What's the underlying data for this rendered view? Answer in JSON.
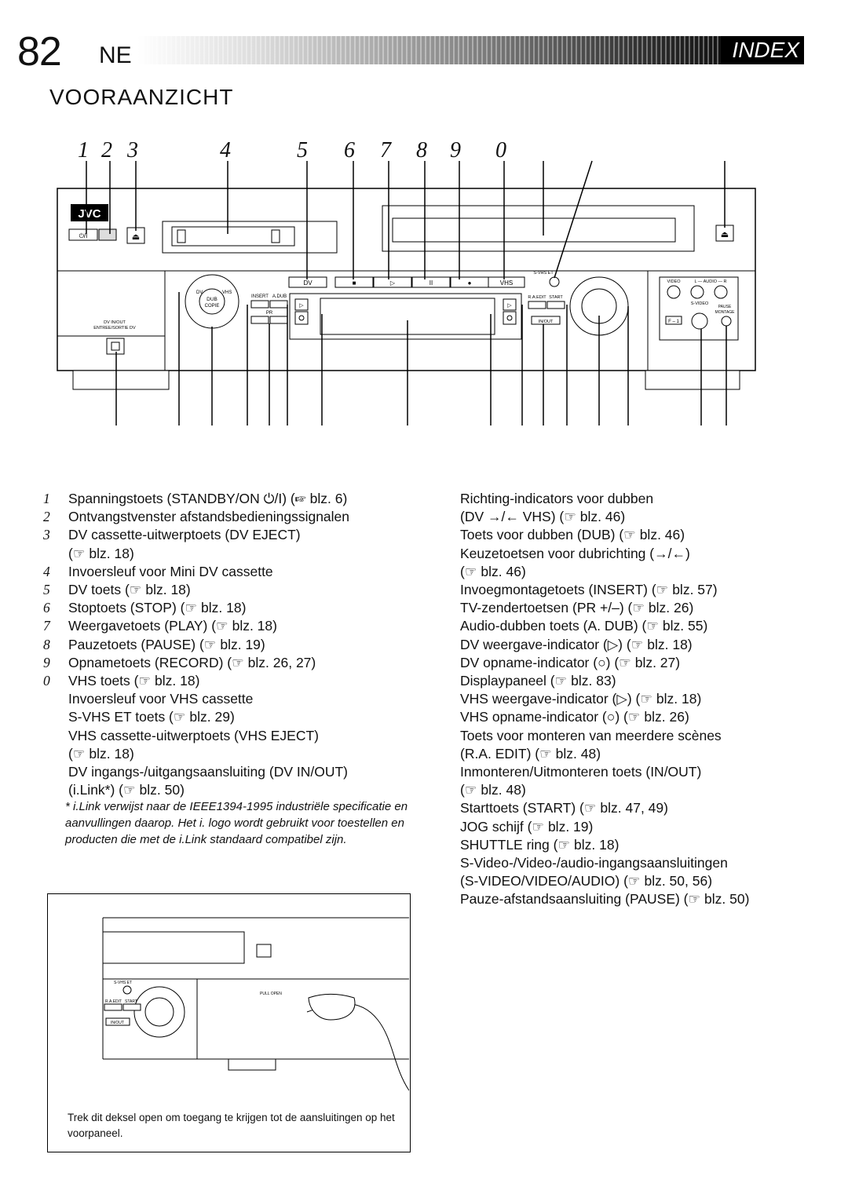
{
  "header": {
    "page_number": "82",
    "language": "NE",
    "section": "INDEX"
  },
  "title": "VOORAANZICHT",
  "callouts": [
    "1",
    "2",
    "3",
    "4",
    "5",
    "6",
    "7",
    "8",
    "9",
    "0"
  ],
  "panel": {
    "brand": "JVC",
    "buttons": {
      "dv": "DV",
      "stop": "■",
      "play": "▷",
      "pause": "II",
      "record": "●",
      "vhs": "VHS"
    },
    "labels": {
      "dv_in_out": "DV IN/OUT",
      "entree_sortie": "ENTREE/SORTIE DV",
      "dub": "DUB",
      "copie": "COPIE",
      "insert": "INSERT",
      "a_dub": "A.DUB",
      "pr": "PR",
      "s_vhs_et": "S-VHS ET",
      "ra_edit": "R.A.EDIT",
      "start": "START",
      "in_out": "IN/OUT",
      "video": "VIDEO",
      "audio": "L — AUDIO — R",
      "s_video": "S-VIDEO",
      "pause_montage": "PAUSE MONTAGE",
      "f1": "F – 1"
    }
  },
  "left_items": [
    {
      "n": "1",
      "text": "Spanningstoets (STANDBY/ON ⏻/I) (☞ blz. 6)"
    },
    {
      "n": "2",
      "text": "Ontvangstvenster afstandsbedieningssignalen"
    },
    {
      "n": "3",
      "text": "DV cassette-uitwerptoets (DV EJECT)"
    },
    {
      "n": "",
      "text": "(☞ blz. 18)"
    },
    {
      "n": "4",
      "text": "Invoersleuf voor Mini DV cassette"
    },
    {
      "n": "5",
      "text": "DV toets (☞ blz. 18)"
    },
    {
      "n": "6",
      "text": "Stoptoets (STOP) (☞ blz. 18)"
    },
    {
      "n": "7",
      "text": "Weergavetoets (PLAY) (☞ blz. 18)"
    },
    {
      "n": "8",
      "text": "Pauzetoets (PAUSE) (☞ blz. 19)"
    },
    {
      "n": "9",
      "text": "Opnametoets (RECORD) (☞ blz. 26, 27)"
    },
    {
      "n": "0",
      "text": "VHS toets (☞ blz. 18)"
    },
    {
      "n": "",
      "text": "Invoersleuf voor VHS cassette"
    },
    {
      "n": "",
      "text": "S-VHS ET toets (☞ blz. 29)"
    },
    {
      "n": "",
      "text": "VHS cassette-uitwerptoets (VHS EJECT)"
    },
    {
      "n": "",
      "text": "(☞ blz. 18)"
    },
    {
      "n": "",
      "text": "DV ingangs-/uitgangsaansluiting (DV IN/OUT)"
    },
    {
      "n": "",
      "text": "(i.Link*) (☞ blz. 50)"
    }
  ],
  "note": "* i.Link verwijst naar de IEEE1394-1995 industriële specificatie en aanvullingen daarop. Het i. logo wordt gebruikt voor toestellen en producten die met de i.Link standaard compatibel zijn.",
  "right_items": [
    "Richting-indicators voor dubben",
    "(DV →/← VHS) (☞ blz. 46)",
    "Toets voor dubben (DUB) (☞ blz. 46)",
    "Keuzetoetsen voor dubrichting (→/←)",
    "(☞ blz. 46)",
    "Invoegmontagetoets (INSERT) (☞ blz. 57)",
    "TV-zendertoetsen (PR +/–) (☞ blz. 26)",
    "Audio-dubben toets (A. DUB) (☞ blz. 55)",
    "DV weergave-indicator (▷) (☞ blz. 18)",
    "DV opname-indicator (○) (☞ blz. 27)",
    "Displaypaneel (☞ blz. 83)",
    "VHS weergave-indicator (▷) (☞ blz. 18)",
    "VHS opname-indicator (○) (☞ blz. 26)",
    "Toets voor monteren van meerdere scènes",
    "(R.A. EDIT) (☞ blz. 48)",
    "Inmonteren/Uitmonteren toets (IN/OUT)",
    "(☞ blz. 48)",
    "Starttoets (START) (☞ blz. 47, 49)",
    "JOG schijf (☞ blz. 19)",
    "SHUTTLE ring (☞ blz. 18)",
    "S-Video-/Video-/audio-ingangsaansluitingen",
    "(S-VIDEO/VIDEO/AUDIO) (☞ blz. 50, 56)",
    "Pauze-afstandsaansluiting (PAUSE) (☞ blz. 50)"
  ],
  "inset": {
    "labels": {
      "s_vhs_et": "S-VHS ET",
      "ra_edit": "R.A.EDIT",
      "start": "START",
      "in_out": "IN/OUT",
      "pull_open": "PULL OPEN"
    },
    "caption": "Trek dit deksel open om toegang te krijgen tot de aansluitingen op het voorpaneel."
  }
}
